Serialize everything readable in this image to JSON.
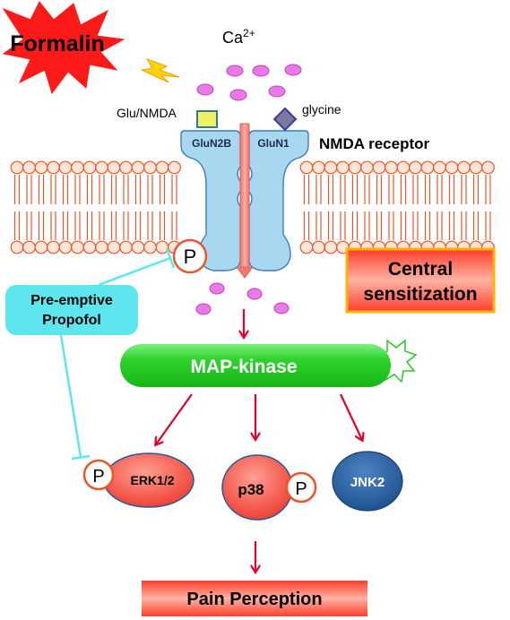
{
  "trigger": {
    "label": "Formalin"
  },
  "ion": {
    "label": "Ca",
    "charge": "2+"
  },
  "ligands": {
    "glutamate": "Glu/NMDA",
    "glycine": "glycine"
  },
  "receptor": {
    "name": "NMDA receptor",
    "subunit_left": "GluN2B",
    "subunit_right": "GluN1"
  },
  "phospho_label": "P",
  "drug": {
    "line1": "Pre-emptive",
    "line2": "Propofol"
  },
  "outcome": {
    "line1": "Central",
    "line2": "sensitization"
  },
  "kinase": {
    "label": "MAP-kinase"
  },
  "targets": {
    "erk": "ERK1/2",
    "p38": "p38",
    "jnk": "JNK2"
  },
  "result": {
    "label": "Pain Perception"
  },
  "colors": {
    "formalin_red": "#ff1a1a",
    "membrane": "#e8562a",
    "receptor_blue": "#a8d8f0",
    "calcium_pink": "#e23fe2",
    "propofol_cyan": "#5ee6ee",
    "arrow_red": "#e4002b",
    "kinase_green": "#22cc22",
    "jnk_blue": "#1f5b9e"
  }
}
